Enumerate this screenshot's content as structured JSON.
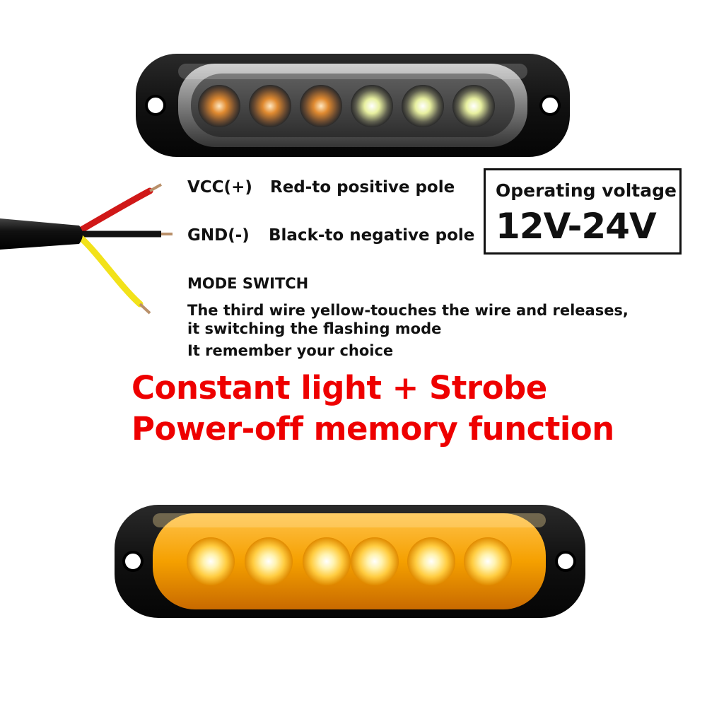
{
  "wires": {
    "vcc_label": "VCC(+)",
    "vcc_desc": "Red-to positive pole",
    "gnd_label": "GND(-)",
    "gnd_desc": "Black-to negative pole"
  },
  "voltage": {
    "label": "Operating voltage",
    "value": "12V-24V"
  },
  "mode": {
    "title": "MODE SWITCH",
    "line1": "The third wire yellow-touches the wire and releases,",
    "line2": "it switching the flashing mode",
    "line3": "It remember your choice"
  },
  "headline": {
    "line1": "Constant light + Strobe",
    "line2": "Power-off memory function"
  },
  "colors": {
    "headline": "#ee0000",
    "wire_red": "#d01818",
    "wire_black": "#111111",
    "wire_yellow": "#f2e21a",
    "amber_glow": "#f5a000"
  }
}
